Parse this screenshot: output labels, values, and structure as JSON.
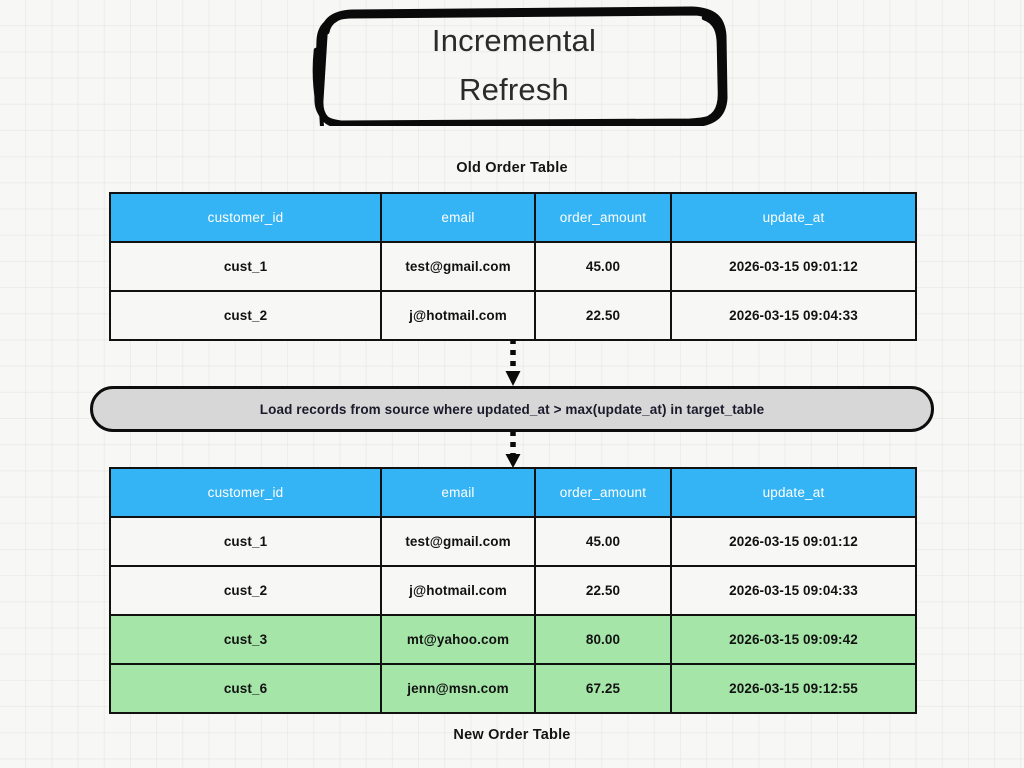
{
  "title": {
    "text": "Incremental\nRefresh"
  },
  "colors": {
    "header_blue": "#35b4f5",
    "new_row_green": "#a5e6a8",
    "process_gray": "#d7d7d7",
    "outline_black": "#111111",
    "background": "#f7f7f5"
  },
  "old_table": {
    "caption": "Old Order Table",
    "columns": [
      "customer_id",
      "email",
      "order_amount",
      "update_at"
    ],
    "rows": [
      {
        "customer_id": "cust_1",
        "email": "test@gmail.com",
        "order_amount": "45.00",
        "update_at": "2026-03-15 09:01:12",
        "is_new": false
      },
      {
        "customer_id": "cust_2",
        "email": "j@hotmail.com",
        "order_amount": "22.50",
        "update_at": "2026-03-15 09:04:33",
        "is_new": false
      }
    ]
  },
  "process": {
    "label": "Load records from source where updated_at > max(update_at) in target_table"
  },
  "new_table": {
    "caption": "New Order Table",
    "columns": [
      "customer_id",
      "email",
      "order_amount",
      "update_at"
    ],
    "rows": [
      {
        "customer_id": "cust_1",
        "email": "test@gmail.com",
        "order_amount": "45.00",
        "update_at": "2026-03-15 09:01:12",
        "is_new": false
      },
      {
        "customer_id": "cust_2",
        "email": "j@hotmail.com",
        "order_amount": "22.50",
        "update_at": "2026-03-15 09:04:33",
        "is_new": false
      },
      {
        "customer_id": "cust_3",
        "email": "mt@yahoo.com",
        "order_amount": "80.00",
        "update_at": "2026-03-15 09:09:42",
        "is_new": true
      },
      {
        "customer_id": "cust_6",
        "email": "jenn@msn.com",
        "order_amount": "67.25",
        "update_at": "2026-03-15 09:12:55",
        "is_new": true
      }
    ]
  }
}
